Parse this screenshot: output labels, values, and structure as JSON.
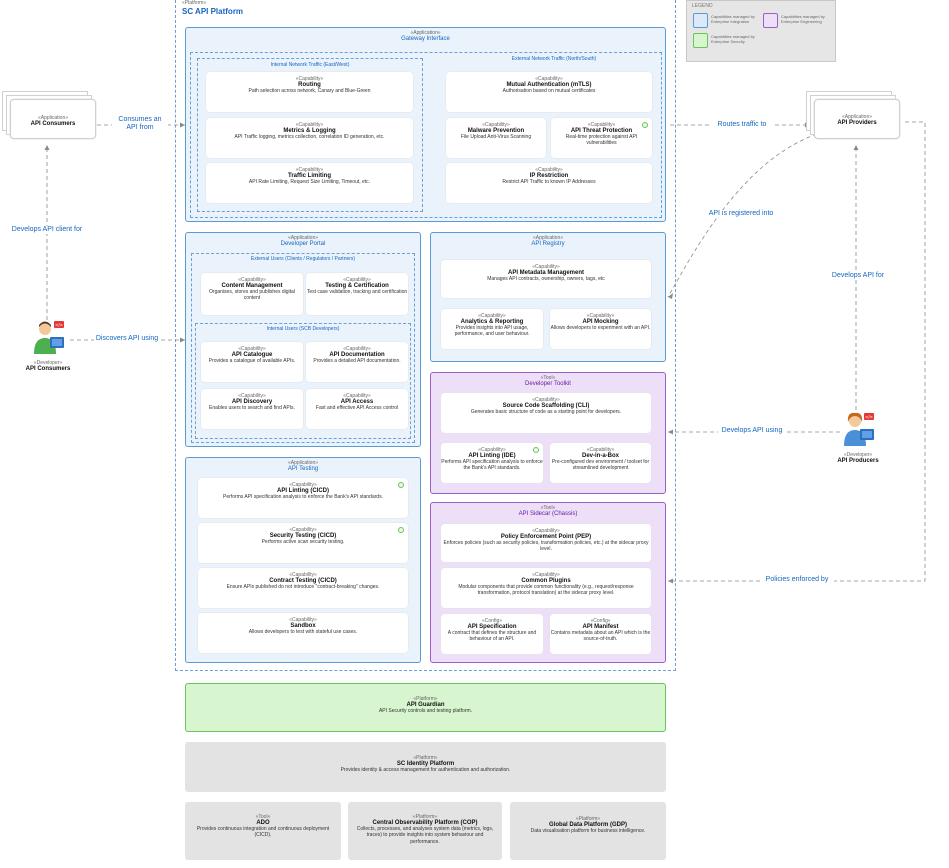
{
  "legend": {
    "title": "LEGEND",
    "items": [
      {
        "text": "Capabilities managed by Enterprise Integration",
        "color": "#dbe9f8"
      },
      {
        "text": "Capabilities managed by Enterprise Engineering",
        "color": "#eedff8"
      },
      {
        "text": "Capabilities managed by Enterprise Security",
        "color": "#d7f5ce"
      }
    ]
  },
  "platform": {
    "stereo": "«Platform»",
    "title": "SC API Platform"
  },
  "gateway": {
    "stereo": "«Application»",
    "title": "Gateway Interface",
    "internal_label": "Internal Network Traffic (East/West)",
    "external_label": "External Network Traffic (North/South)",
    "caps": [
      {
        "stereo": "«Capability»",
        "title": "Routing",
        "desc": "Path selection across network, Canary and Blue-Green"
      },
      {
        "stereo": "«Capability»",
        "title": "Metrics & Logging",
        "desc": "API Traffic logging, metrics collection, correlation ID generation, etc."
      },
      {
        "stereo": "«Capability»",
        "title": "Traffic Limiting",
        "desc": "API Rate Limiting, Request Size Limiting, Timeout, etc."
      },
      {
        "stereo": "«Capability»",
        "title": "Mutual Authentication (mTLS)",
        "desc": "Authorisation based on mutual certificates"
      },
      {
        "stereo": "«Capability»",
        "title": "Malware Prevention",
        "desc": "File Upload Anti-Virus Scanning"
      },
      {
        "stereo": "«Capability»",
        "title": "API Threat Protection",
        "desc": "Real-time protection against API vulnerabilities"
      },
      {
        "stereo": "«Capability»",
        "title": "IP Restriction",
        "desc": "Restrict API Traffic to known IP Addresses"
      }
    ]
  },
  "portal": {
    "stereo": "«Application»",
    "title": "Developer Portal",
    "external_label": "External Users (Clients / Regulators / Partners)",
    "internal_label": "Internal Users (SCB Developers)",
    "caps": [
      {
        "stereo": "«Capability»",
        "title": "Content Management",
        "desc": "Organises, stores and publishes digital content"
      },
      {
        "stereo": "«Capability»",
        "title": "Testing & Certification",
        "desc": "Test case validation, tracking and certification"
      },
      {
        "stereo": "«Capability»",
        "title": "API Catalogue",
        "desc": "Provides a catalogue of available APIs."
      },
      {
        "stereo": "«Capability»",
        "title": "API Documentation",
        "desc": "Provides a detailed API documentation."
      },
      {
        "stereo": "«Capability»",
        "title": "API Discovery",
        "desc": "Enables users to search and find APIs."
      },
      {
        "stereo": "«Capability»",
        "title": "API Access",
        "desc": "Fast and effective API Access control"
      }
    ]
  },
  "registry": {
    "stereo": "«Application»",
    "title": "API Registry",
    "caps": [
      {
        "stereo": "«Capability»",
        "title": "API Metadata Management",
        "desc": "Manages API contracts, ownership, owners, tags, etc"
      },
      {
        "stereo": "«Capability»",
        "title": "Analytics & Reporting",
        "desc": "Provides insights into API usage, performance, and user behaviour."
      },
      {
        "stereo": "«Capability»",
        "title": "API Mocking",
        "desc": "Allows developers to experiment with an API."
      }
    ]
  },
  "toolkit": {
    "stereo": "«Tool»",
    "title": "Developer Toolkit",
    "caps": [
      {
        "stereo": "«Capability»",
        "title": "Source Code Scaffolding (CLI)",
        "desc": "Generates basic structure of code as a starting point for developers."
      },
      {
        "stereo": "«Capability»",
        "title": "API Linting (IDE)",
        "desc": "Performs API specification analysis to enforce the Bank's API standards."
      },
      {
        "stereo": "«Capability»",
        "title": "Dev-in-a-Box",
        "desc": "Pre-configured dev environment / toolset for streamlined development"
      }
    ]
  },
  "testing": {
    "stereo": "«Application»",
    "title": "API Testing",
    "caps": [
      {
        "stereo": "«Capability»",
        "title": "API Linting (CICD)",
        "desc": "Performs API specification analysis to enforce the Bank's API standards."
      },
      {
        "stereo": "«Capability»",
        "title": "Security Testing (CICD)",
        "desc": "Performs active scan security testing."
      },
      {
        "stereo": "«Capability»",
        "title": "Contract Testing (CICD)",
        "desc": "Ensure APIs published do not introduce \"contract-breaking\" changes."
      },
      {
        "stereo": "«Capability»",
        "title": "Sandbox",
        "desc": "Allows developers to test with stateful use cases."
      }
    ]
  },
  "sidecar": {
    "stereo": "«Tool»",
    "title": "API Sidecar (Chassis)",
    "caps": [
      {
        "stereo": "«Capability»",
        "title": "Policy Enforcement Point (PEP)",
        "desc": "Enforces policies (such as security policies, transformation policies, etc.) at the sidecar proxy level."
      },
      {
        "stereo": "«Capability»",
        "title": "Common Plugins",
        "desc": "Modular components that provide common functionality (e.g., request/response transformation, protocol translation) at the sidecar proxy level."
      },
      {
        "stereo": "«Config»",
        "title": "API Specification",
        "desc": "A contract that defines the structure and behaviour of an API."
      },
      {
        "stereo": "«Config»",
        "title": "API Manifest",
        "desc": "Contains metadata about an API which is the source-of-truth."
      }
    ]
  },
  "guardian": {
    "stereo": "«Platform»",
    "title": "API Guardian",
    "desc": "API Security controls and testing platform."
  },
  "identity": {
    "stereo": "«Platform»",
    "title": "SC Identity Platform",
    "desc": "Provides identity & access management for authentication and authorization."
  },
  "ado": {
    "stereo": "«Tool»",
    "title": "ADO",
    "desc": "Provides continuous integration and continuous deployment (CICD)."
  },
  "cop": {
    "stereo": "«Platform»",
    "title": "Central Observability Platform (COP)",
    "desc": "Collects, processes, and analyses system data (metrics, logs, traces) to provide insights into system behaviour and performance."
  },
  "gdp": {
    "stereo": "«Platform»",
    "title": "Global Data Platform (GDP)",
    "desc": "Data visualisation platform for business intelligence."
  },
  "consumers_app": {
    "stereo": "«Application»",
    "title": "API Consumers"
  },
  "providers_app": {
    "stereo": "«Application»",
    "title": "API Providers"
  },
  "consumer_dev": {
    "stereo": "«Developer»",
    "title": "API Consumers"
  },
  "producer_dev": {
    "stereo": "«Developer»",
    "title": "API Producers"
  },
  "edges": {
    "consumes": "Consumes an API from",
    "develops_client": "Develops API client for",
    "discovers": "Discovers API using",
    "routes": "Routes traffic to",
    "registered": "API is registered into",
    "develops_for": "Develops API for",
    "develops_using": "Develops API using",
    "policies": "Policies enforced by"
  }
}
